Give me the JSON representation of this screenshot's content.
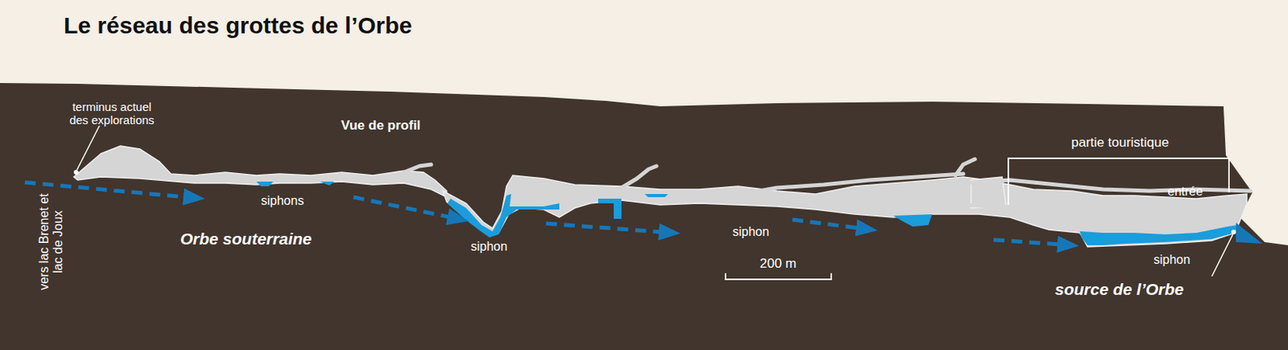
{
  "diagram": {
    "title": "Le réseau des grottes de l’Orbe",
    "labels": [
      "terminus actuel des explorations",
      "Vue de profil",
      "vers lac Brenet et lac de Joux",
      "siphons",
      "Orbe souterraine",
      "siphon",
      "siphon",
      "partie touristique",
      "entrée",
      "200 m",
      "siphon",
      "source de l’Orbe"
    ]
  }
}
